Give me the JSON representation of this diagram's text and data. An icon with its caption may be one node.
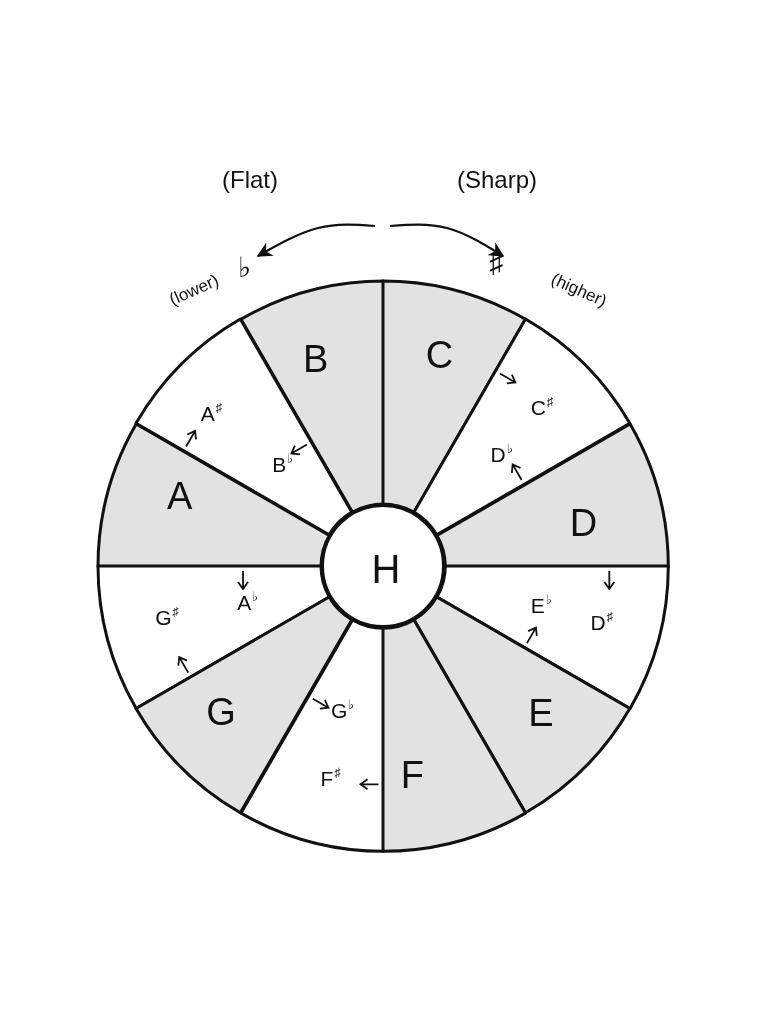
{
  "diagram": {
    "nodes": [
      {
        "text": [
          "B"
        ]
      },
      {
        "text": [
          "C"
        ]
      },
      {
        "text": [
          "A$^{♯}$",
          "B$^{♭}$"
        ]
      },
      {
        "text": [
          "C$^{♯}$",
          "D$^{♭}$"
        ]
      },
      {
        "text": [
          "A"
        ]
      },
      {
        "text": [
          "H"
        ]
      },
      {
        "text": [
          "D"
        ]
      },
      {
        "text": [
          "G$^{♯}$",
          "A$^{♭}$"
        ]
      },
      {
        "text": [
          "D$^{♯}$",
          "E$^{♭}$"
        ]
      },
      {
        "text": [
          "G"
        ]
      },
      {
        "text": [
          "G$^{♭}$",
          "F$^{♯}$"
        ]
      },
      {
        "text": [
          "E"
        ]
      },
      {
        "text": [
          "F"
        ]
      }
    ],
    "labels": [
      "(Flat)",
      "(Sharp)",
      "(lower)",
      "♭",
      "♯",
      "(higher)"
    ]
  }
}
